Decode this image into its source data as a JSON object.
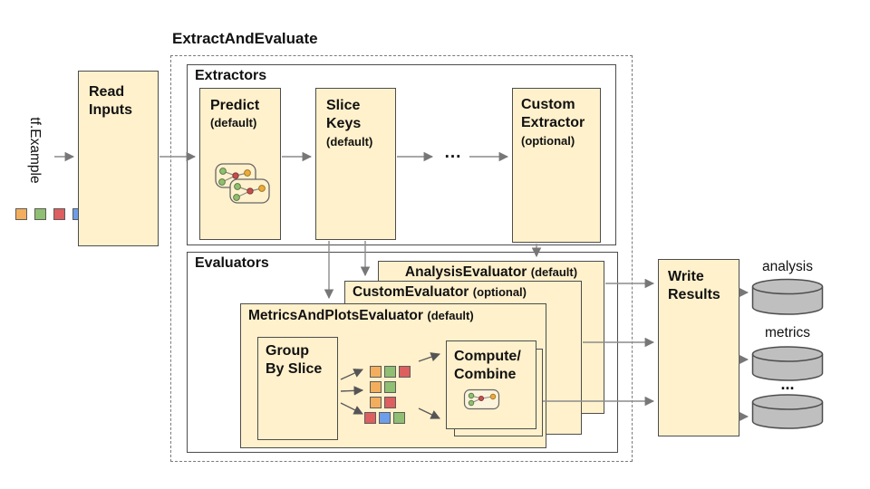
{
  "diagram_title": "ExtractAndEvaluate",
  "input": {
    "label": "tf.Example",
    "legend": [
      "orange",
      "green",
      "red",
      "blue"
    ]
  },
  "palette": {
    "orange": "#F3AE5D",
    "green": "#8FBF72",
    "red": "#DD5F5F",
    "blue": "#6D9EEB"
  },
  "read_inputs": {
    "title": "Read\nInputs"
  },
  "extractors": {
    "label": "Extractors",
    "predict": {
      "title": "Predict",
      "subtitle": "(default)"
    },
    "slice_keys": {
      "title": "Slice\nKeys",
      "subtitle": "(default)"
    },
    "ellipsis": "...",
    "custom": {
      "title": "Custom\nExtractor",
      "subtitle": "(optional)"
    }
  },
  "evaluators": {
    "label": "Evaluators",
    "analysis": {
      "title": "AnalysisEvaluator",
      "subtitle": "(default)"
    },
    "custom": {
      "title": "CustomEvaluator",
      "subtitle": "(optional)"
    },
    "metrics_plots": {
      "title": "MetricsAndPlotsEvaluator",
      "subtitle": "(default)"
    },
    "group_by_slice": {
      "title": "Group\nBy Slice"
    },
    "compute_combine": {
      "title": "Compute/\nCombine"
    },
    "slice_rows": [
      [
        "orange",
        "green",
        "red"
      ],
      [
        "orange",
        "green"
      ],
      [
        "orange",
        "red"
      ],
      [
        "red",
        "blue",
        "green"
      ]
    ]
  },
  "write_results": {
    "title": "Write\nResults"
  },
  "outputs": {
    "stores": [
      {
        "label": "analysis"
      },
      {
        "label": "metrics"
      },
      {
        "label": "..."
      }
    ]
  }
}
